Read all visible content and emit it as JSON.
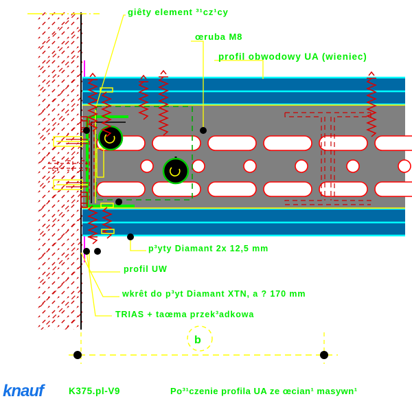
{
  "drawing": {
    "title_annotations": {
      "bent_connector": "giêty element ³¹cz¹cy",
      "bolt_m8": "œruba M8",
      "perimeter_profile": "profil obwodowy UA   (wieniec)"
    },
    "bottom_annotations": {
      "boards": "p³yty Diamant 2x 12,5 mm",
      "uw_profile": "profil UW",
      "screws": "wkrêt do p³yt Diamant XTN, a ? 170 mm",
      "trias": "TRIAS + taœma przek³adkowa"
    },
    "dimension": {
      "label": "b"
    },
    "colors": {
      "annotation_text": "#00ee00",
      "leader_line": "#ffff00",
      "board_fill": "#0069a5",
      "board_edge": "#00ffff",
      "profile_fill": "#808080",
      "profile_edge": "#ff0000",
      "wall_hatch": "#cc0000",
      "wall_edge": "#000000",
      "sealant": "#00ee00",
      "trias_line": "#ff00ff",
      "bolt_head": "#000000",
      "logo": "#1673e6"
    }
  },
  "footer": {
    "logo": "knauf",
    "code": "K375.pl-V9",
    "title": "Po³¹czenie profila UA ze œcian¹ masywn¹"
  }
}
